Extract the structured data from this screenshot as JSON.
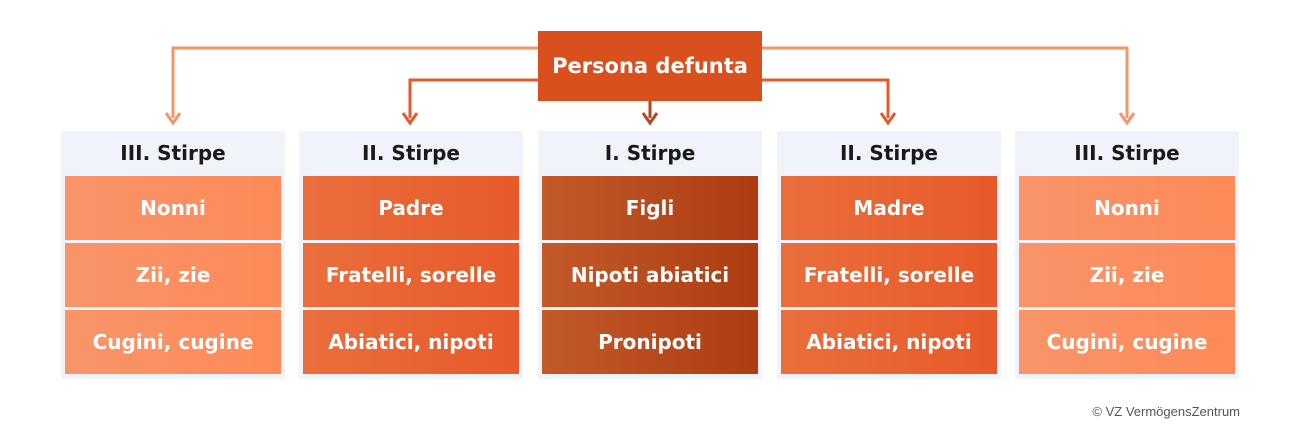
{
  "root": {
    "label": "Persona defunta"
  },
  "columns": [
    {
      "title": "III. Stirpe",
      "items": [
        "Nonni",
        "Zii, zie",
        "Cugini, cugine"
      ]
    },
    {
      "title": "II. Stirpe",
      "items": [
        "Padre",
        "Fratelli, sorelle",
        "Abiatici, nipoti"
      ]
    },
    {
      "title": "I. Stirpe",
      "items": [
        "Figli",
        "Nipoti abiatici",
        "Pronipoti"
      ]
    },
    {
      "title": "II. Stirpe",
      "items": [
        "Madre",
        "Fratelli, sorelle",
        "Abiatici, nipoti"
      ]
    },
    {
      "title": "III. Stirpe",
      "items": [
        "Nonni",
        "Zii, zie",
        "Cugini, cugine"
      ]
    }
  ],
  "colors": {
    "root": "#d9501e",
    "third_line": "#f9946a",
    "second_line": "#e7592a",
    "first_line": "#b5461a",
    "panel": "#f1f3fa"
  },
  "copyright": "© VZ VermögensZentrum"
}
